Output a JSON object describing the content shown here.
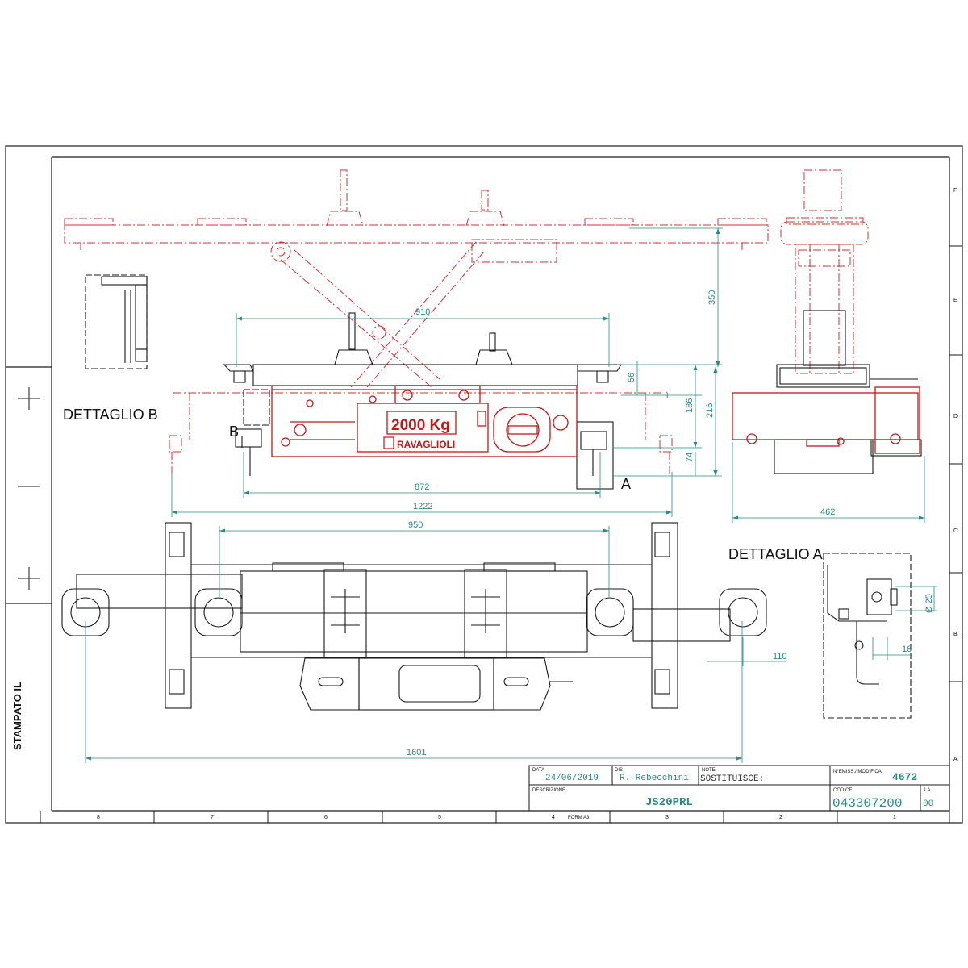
{
  "colors": {
    "ink": "#1a1a1a",
    "red": "#d03030",
    "teal": "#2a8a84"
  },
  "labels": {
    "detail_b": "DETTAGLIO B",
    "detail_a": "DETTAGLIO A",
    "marker_a": "A",
    "marker_b": "B",
    "stamp": "STAMPATO IL",
    "capacity": "2000 Kg",
    "brand": "RAVAGLIOLI"
  },
  "dimensions": {
    "d910": "910",
    "d350": "350",
    "d56": "56",
    "d186": "186",
    "d216": "216",
    "d74": "74",
    "d872": "872",
    "d1222": "1222",
    "d462": "462",
    "d950": "950",
    "d110": "110",
    "d1601": "1601",
    "d25": "Ø 25",
    "d16": "16"
  },
  "grid": {
    "columns": [
      "8",
      "7",
      "6",
      "5",
      "4",
      "3",
      "2",
      "1"
    ],
    "rows": [
      "F",
      "E",
      "D",
      "C",
      "B",
      "A"
    ],
    "form": "FORM A3"
  },
  "title_block": {
    "data_label": "DATA",
    "data_value": "24/06/2019",
    "dis_label": "DIS",
    "dis_value": "R. Rebecchini",
    "note_label": "NOTE",
    "note_value": "SOSTITUISCE:",
    "emiss_label": "N°EMISS./ MODIFICA",
    "emiss_value": "4672",
    "descr_label": "DESCRIZIONE",
    "descr_value": "JS20PRL",
    "code_label": "CODICE",
    "code_value": "043307200",
    "ia_label": "I.A.",
    "ia_value": "00"
  }
}
